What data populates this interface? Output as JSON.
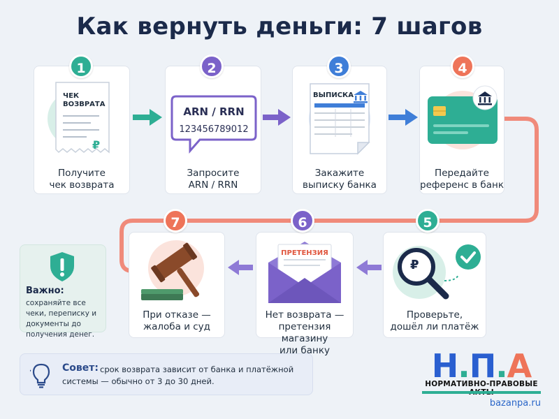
{
  "title": "Как вернуть деньги: 7 шагов",
  "colors": {
    "step1": "#2eae94",
    "step2": "#7b62c9",
    "step3": "#3f7ed8",
    "step4": "#ee7459",
    "step5": "#2eae94",
    "step6": "#7b62c9",
    "step7": "#ee7459",
    "flow": "#f08a7a"
  },
  "steps": [
    {
      "number": "1",
      "label": "Получите\nчек возврата",
      "icon": "receipt-icon",
      "doc_title": "ЧЕК\nВОЗВРАТА",
      "currency": "₽"
    },
    {
      "number": "2",
      "label": "Запросите\nARN / RRN",
      "icon": "speech-bubble-icon",
      "bubble_title": "ARN / RRN",
      "bubble_code": "123456789012"
    },
    {
      "number": "3",
      "label": "Закажите\nвыписку банка",
      "icon": "bank-statement-icon",
      "doc_title": "ВЫПИСКА"
    },
    {
      "number": "4",
      "label": "Передайте\nреференс в банк",
      "icon": "bank-card-icon"
    },
    {
      "number": "5",
      "label": "Проверьте,\nдошёл ли платёж",
      "icon": "magnifier-ruble-icon",
      "currency": "₽"
    },
    {
      "number": "6",
      "label": "Нет возврата —\nпретензия магазину\nили банку",
      "icon": "envelope-claim-icon",
      "doc_title": "ПРЕТЕНЗИЯ"
    },
    {
      "number": "7",
      "label": "При отказе —\nжалоба и суд",
      "icon": "gavel-icon"
    }
  ],
  "notice": {
    "title": "Важно:",
    "text": "сохраняйте все чеки, переписку и документы до получения денег.",
    "icon": "shield-exclamation-icon"
  },
  "tip": {
    "label": "Совет:",
    "text": "срок возврата зависит от банка и платёжной системы — обычно от 3 до 30 дней.",
    "icon": "lightbulb-icon"
  },
  "logo": {
    "mark": "Н.П.А",
    "tagline": "НОРМАТИВНО-ПРАВОВЫЕ АКТЫ",
    "site": "bazanpa.ru"
  }
}
